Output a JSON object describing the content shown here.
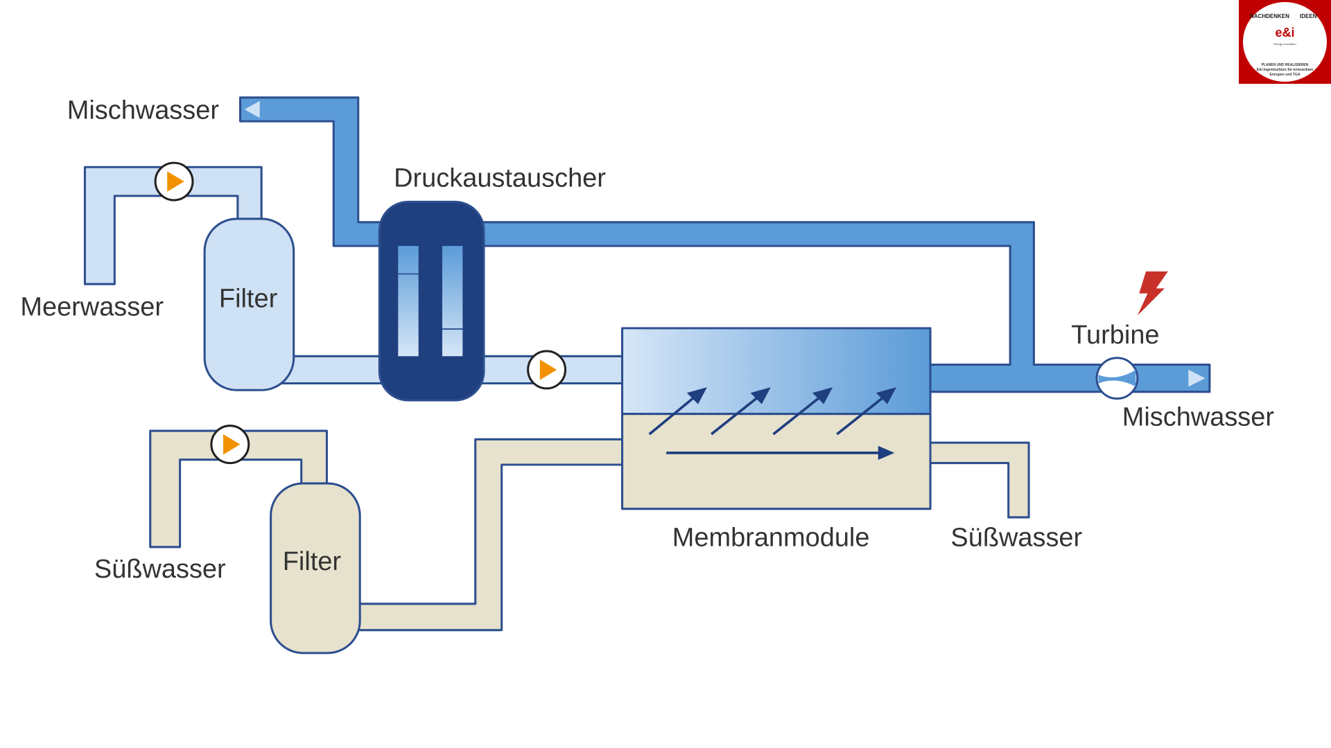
{
  "labels": {
    "mischwasser_in": "Mischwasser",
    "meerwasser": "Meerwasser",
    "filter_top": "Filter",
    "druckaustauscher": "Druckaustauscher",
    "filter_bottom": "Filter",
    "suesswasser_in": "Süßwasser",
    "membranmodule": "Membranmodule",
    "suesswasser_out": "Süßwasser",
    "turbine": "Turbine",
    "mischwasser_out": "Mischwasser"
  },
  "logo": {
    "top_left": "NACHDENKEN",
    "top_right": "IDEEN",
    "brand": "e&i",
    "tagline": "Energy Innovation",
    "line1": "PLANEN UND REALISIEREN",
    "line2": "E&I Ingenieurbüro für erneuerbare",
    "line3": "Energien und TGA"
  },
  "colors": {
    "mixed_water": "#5b9bd8",
    "sea_water": "#cfe1f4",
    "fresh_water": "#e7e2cd",
    "outline": "#2d4f8f",
    "exchanger": "#1f3f7f",
    "pump": "#f39200",
    "lightning": "#c8312a"
  }
}
